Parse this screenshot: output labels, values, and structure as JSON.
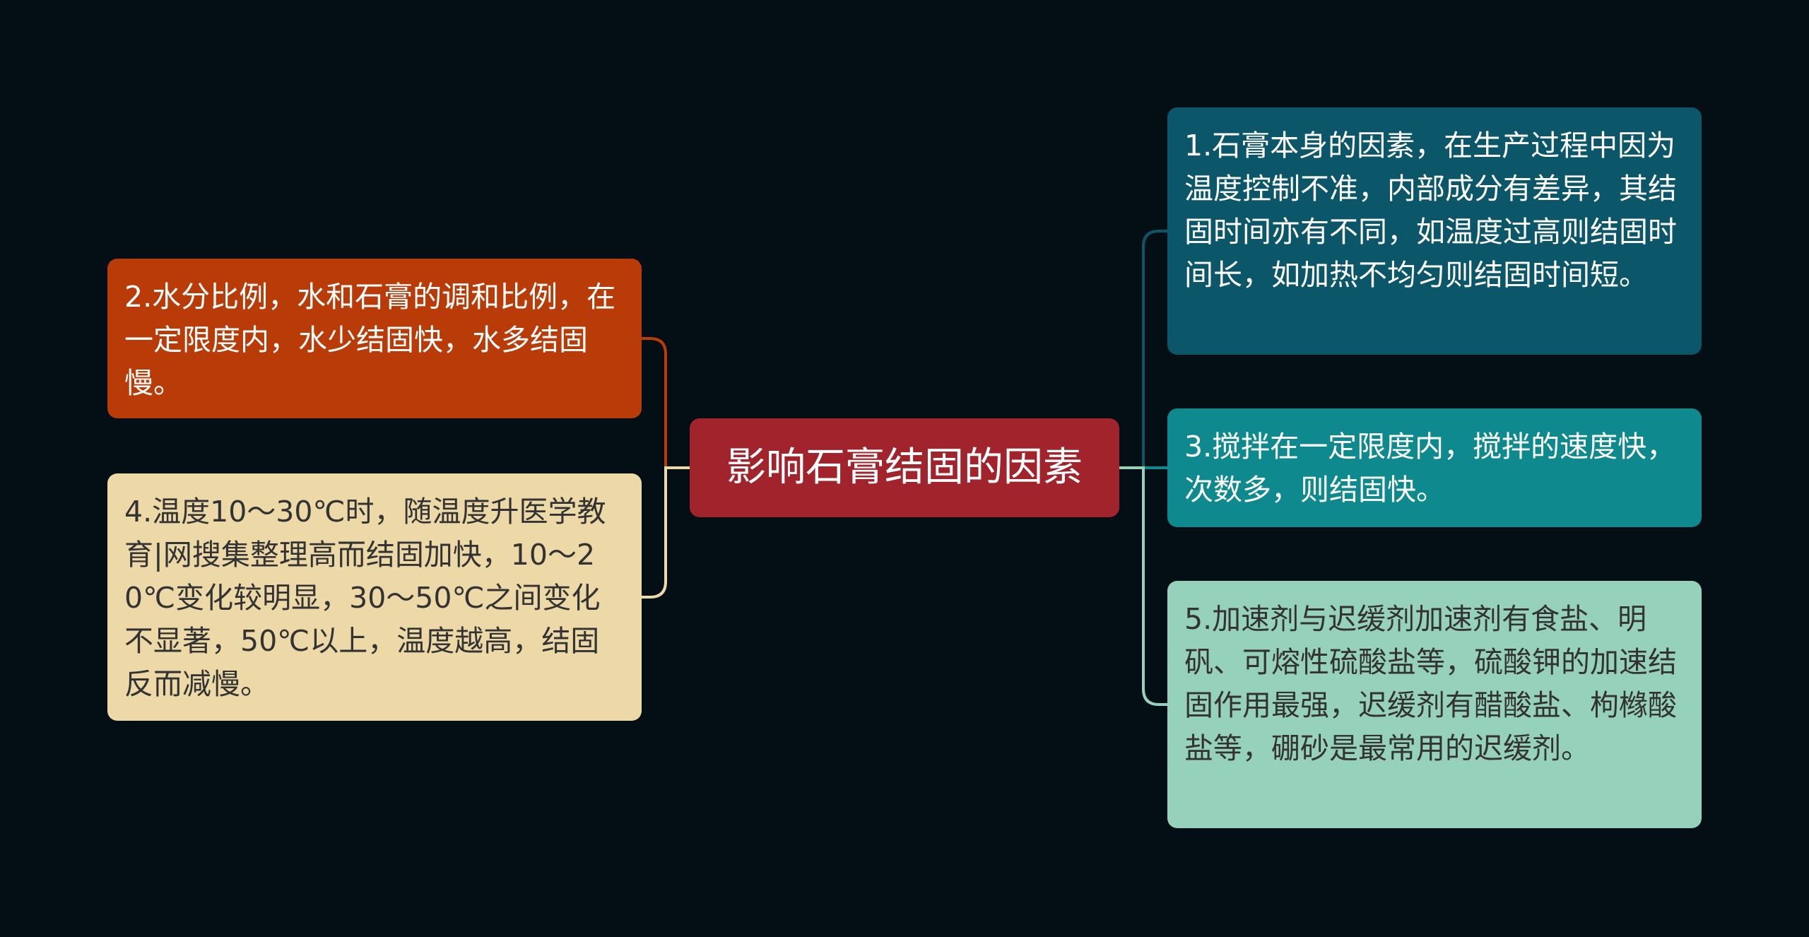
{
  "center": {
    "label": "影响石膏结固的因素"
  },
  "branches": [
    {
      "text": "1.石膏本身的因素，在生产过程中因为温度控制不准，内部成分有差异，其结固时间亦有不同，如温度过高则结固时间长，如加热不均匀则结固时间短。",
      "color": "#0c566a",
      "side": "right"
    },
    {
      "text": "2.水分比例，水和石膏的调和比例，在一定限度内，水少结固快，水多结固慢。",
      "color": "#b93c08",
      "side": "left"
    },
    {
      "text": "3.搅拌在一定限度内，搅拌的速度快，次数多，则结固快。",
      "color": "#0e8a8e",
      "side": "right"
    },
    {
      "text": "4.温度10～30℃时，随温度升医学教育|网搜集整理高而结固加快，10～20℃变化较明显，30～50℃之间变化不显著，50℃以上，温度越高，结固反而减慢。",
      "color": "#ecd9a7",
      "side": "left"
    },
    {
      "text": "5.加速剂与迟缓剂加速剂有食盐、明矾、可熔性硫酸盐等，硫酸钾的加速结固作用最强，迟缓剂有醋酸盐、枸橼酸盐等，硼砂是最常用的迟缓剂。",
      "color": "#96d2bb",
      "side": "right"
    }
  ],
  "colors": {
    "background": "#030f15",
    "center": "#a1232b"
  }
}
